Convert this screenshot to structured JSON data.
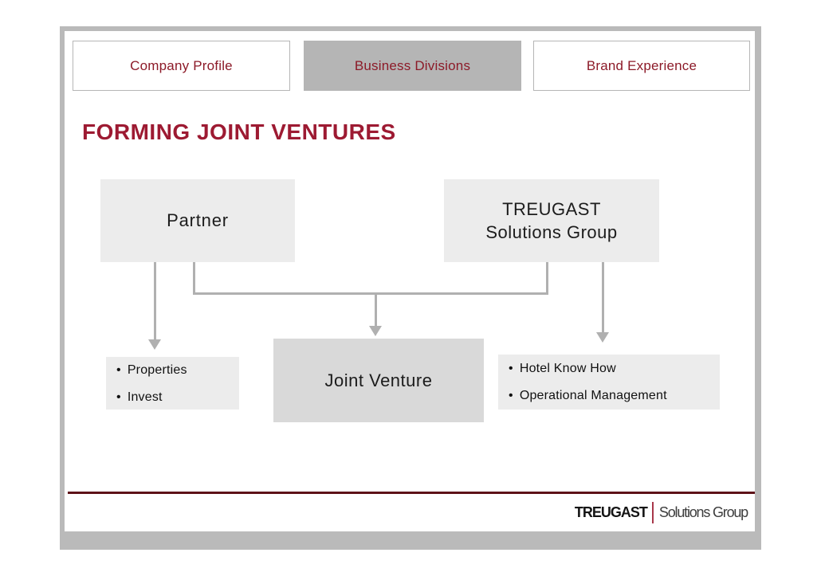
{
  "tabs": [
    {
      "label": "Company Profile",
      "active": false
    },
    {
      "label": "Business Divisions",
      "active": true
    },
    {
      "label": "Brand Experience",
      "active": false
    }
  ],
  "title": "FORMING JOINT VENTURES",
  "bullet_char": "•",
  "diagram": {
    "partner_label": "Partner",
    "treugast_label_line1": "TREUGAST",
    "treugast_label_line2": "Solutions Group",
    "joint_venture_label": "Joint Venture",
    "partner_bullets": [
      "Properties",
      "Invest"
    ],
    "treugast_bullets": [
      "Hotel Know How",
      "Operational Management"
    ]
  },
  "footer": {
    "logo_primary": "TREUGAST",
    "logo_secondary": "Solutions Group"
  },
  "colors": {
    "accent_red": "#9d1a32",
    "tab_text_red": "#8c1a28",
    "active_tab_gray": "#b5b5b5",
    "frame_gray": "#bababa",
    "box_light_gray": "#ececec",
    "box_mid_gray": "#d9d9d9",
    "connector_gray": "#b0b0b0",
    "footer_rule_red": "#5e1218",
    "logo_divider_red": "#a8374a"
  }
}
